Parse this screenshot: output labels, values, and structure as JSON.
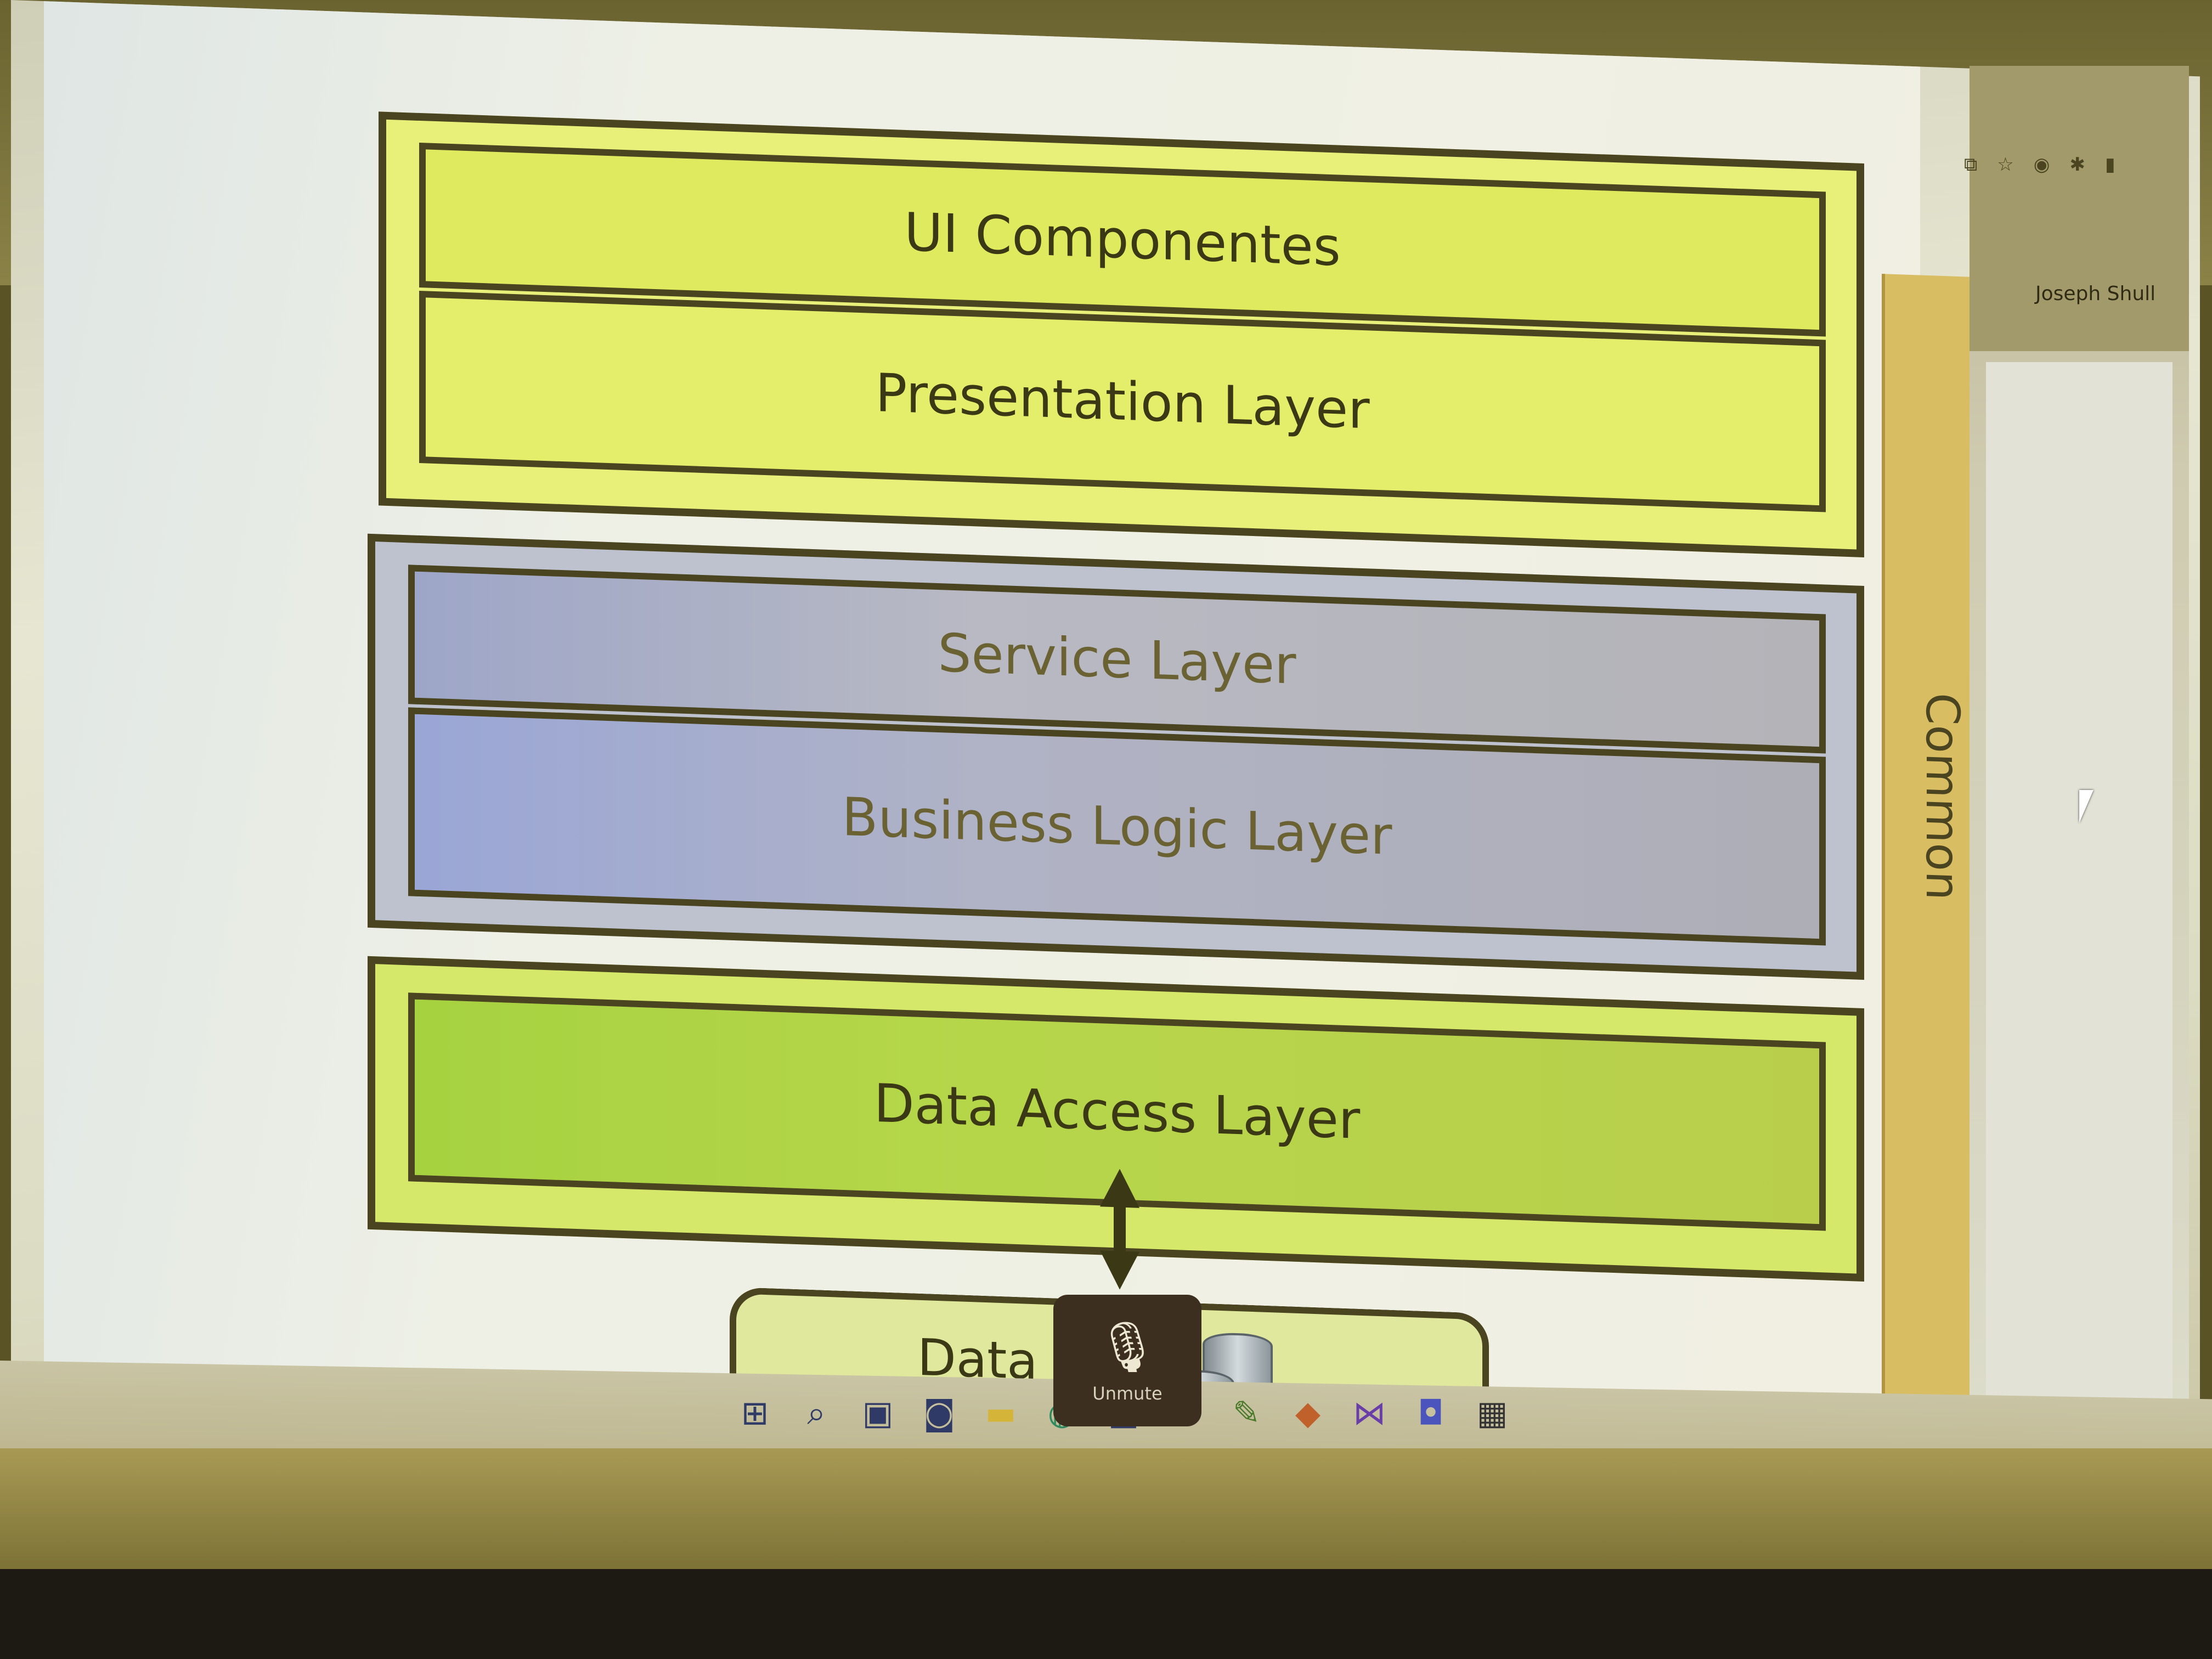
{
  "slide": {
    "layers": {
      "ui_components": "UI Componentes",
      "presentation": "Presentation Layer",
      "service": "Service Layer",
      "business_logic": "Business Logic Layer",
      "data_access": "Data Access Layer"
    },
    "datasource_label": "Data Source",
    "common_label": "Common"
  },
  "meeting_panel": {
    "participant_name": "Joseph Shull"
  },
  "unmute_button": {
    "label": "Unmute"
  },
  "taskbar": {
    "icons": [
      "windows-start-icon",
      "search-icon",
      "task-view-icon",
      "chat-icon",
      "file-explorer-icon",
      "edge-icon",
      "store-icon",
      "outlook-icon",
      "notepad-icon",
      "git-icon",
      "visual-studio-icon",
      "teams-icon",
      "calculator-icon"
    ]
  },
  "colors": {
    "presentation_group": "#e8f07a",
    "service_group": "#bdc2ce",
    "data_group": "#d6e86a",
    "common_column": "#d9bd62"
  }
}
